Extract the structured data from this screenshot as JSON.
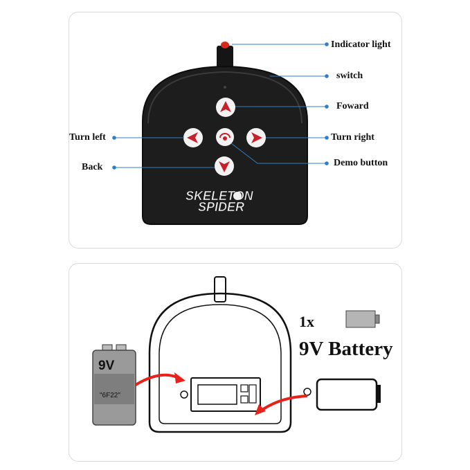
{
  "remote": {
    "logo_line1": "SKELETON",
    "logo_line2": "SPIDER",
    "callouts": {
      "indicator_light": "Indicator light",
      "switch": "switch",
      "forward": "Foward",
      "turn_left": "Turn left",
      "turn_right": "Turn right",
      "back": "Back",
      "demo_button": "Demo button"
    }
  },
  "battery": {
    "quantity": "1x",
    "title": "9V Battery",
    "voltage_label": "9V",
    "model": "\"6F22\""
  },
  "colors": {
    "remote_body": "#1c1c1c",
    "button_red": "#c8202a",
    "callout_line": "#2f7fc7",
    "arrow_red": "#e8211b",
    "battery_body": "#8f8f8f"
  }
}
